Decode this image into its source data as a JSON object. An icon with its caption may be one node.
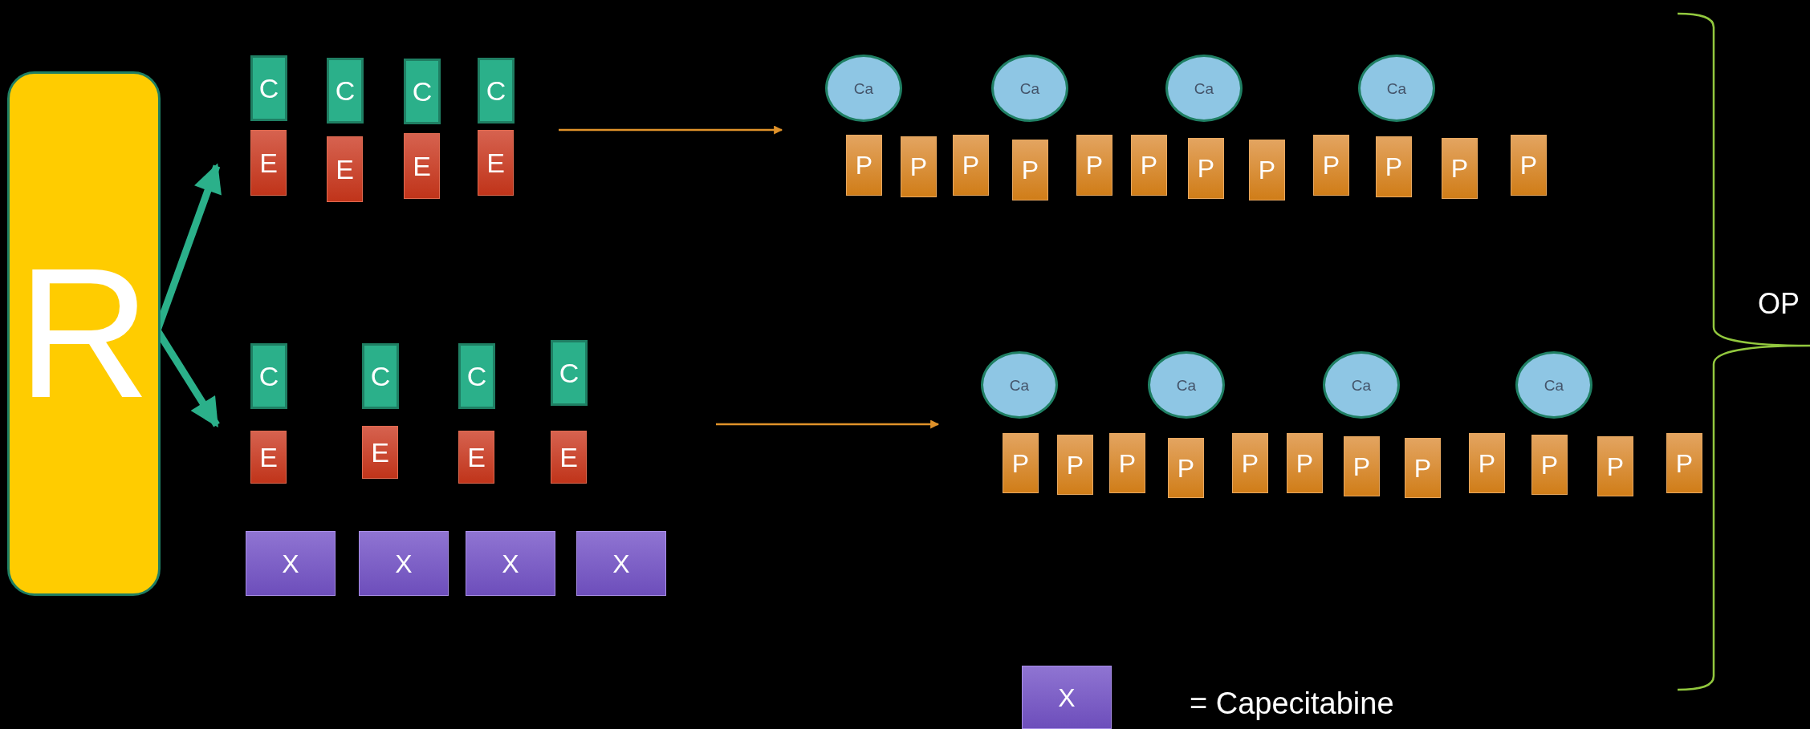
{
  "diagram": {
    "nodes": [
      {
        "text": [
          "R"
        ]
      },
      {
        "text": [
          "C"
        ]
      },
      {
        "text": [
          "C"
        ]
      },
      {
        "text": [
          "C"
        ]
      },
      {
        "text": [
          "C"
        ]
      },
      {
        "text": [
          "E"
        ]
      },
      {
        "text": [
          "E"
        ]
      },
      {
        "text": [
          "E"
        ]
      },
      {
        "text": [
          "E"
        ]
      },
      {
        "text": [
          "C"
        ]
      },
      {
        "text": [
          "C"
        ]
      },
      {
        "text": [
          "C"
        ]
      },
      {
        "text": [
          "C"
        ]
      },
      {
        "text": [
          "E"
        ]
      },
      {
        "text": [
          "E"
        ]
      },
      {
        "text": [
          "E"
        ]
      },
      {
        "text": [
          "E"
        ]
      },
      {
        "text": [
          "X"
        ]
      },
      {
        "text": [
          "X"
        ]
      },
      {
        "text": [
          "X"
        ]
      },
      {
        "text": [
          "X"
        ]
      },
      {
        "text": [
          "Ca"
        ]
      },
      {
        "text": [
          "Ca"
        ]
      },
      {
        "text": [
          "Ca"
        ]
      },
      {
        "text": [
          "Ca"
        ]
      },
      {
        "text": [
          "P"
        ]
      },
      {
        "text": [
          "P"
        ]
      },
      {
        "text": [
          "P"
        ]
      },
      {
        "text": [
          "P"
        ]
      },
      {
        "text": [
          "P"
        ]
      },
      {
        "text": [
          "P"
        ]
      },
      {
        "text": [
          "P"
        ]
      },
      {
        "text": [
          "P"
        ]
      },
      {
        "text": [
          "P"
        ]
      },
      {
        "text": [
          "P"
        ]
      },
      {
        "text": [
          "P"
        ]
      },
      {
        "text": [
          "P"
        ]
      },
      {
        "text": [
          "Ca"
        ]
      },
      {
        "text": [
          "Ca"
        ]
      },
      {
        "text": [
          "Ca"
        ]
      },
      {
        "text": [
          "Ca"
        ]
      },
      {
        "text": [
          "P"
        ]
      },
      {
        "text": [
          "P"
        ]
      },
      {
        "text": [
          "P"
        ]
      },
      {
        "text": [
          "P"
        ]
      },
      {
        "text": [
          "P"
        ]
      },
      {
        "text": [
          "P"
        ]
      },
      {
        "text": [
          "P"
        ]
      },
      {
        "text": [
          "P"
        ]
      },
      {
        "text": [
          "P"
        ]
      },
      {
        "text": [
          "P"
        ]
      },
      {
        "text": [
          "P"
        ]
      },
      {
        "text": [
          "P"
        ]
      },
      {
        "text": [
          "X"
        ],
        "beside": [
          "= Capecitabine"
        ]
      }
    ],
    "edges": [
      {
        "from": 0,
        "to": 5,
        "arrow": "to",
        "color": "#2bb08a",
        "style": "thick"
      },
      {
        "from": 0,
        "to": 13,
        "arrow": "to",
        "color": "#2bb08a",
        "style": "thick"
      },
      {
        "from": 8,
        "to": 21,
        "arrow": "to",
        "color": "#e0922a"
      },
      {
        "from": null,
        "to": 37,
        "arrow": "to",
        "color": "#e0922a"
      }
    ],
    "labels": [
      "OP"
    ]
  }
}
